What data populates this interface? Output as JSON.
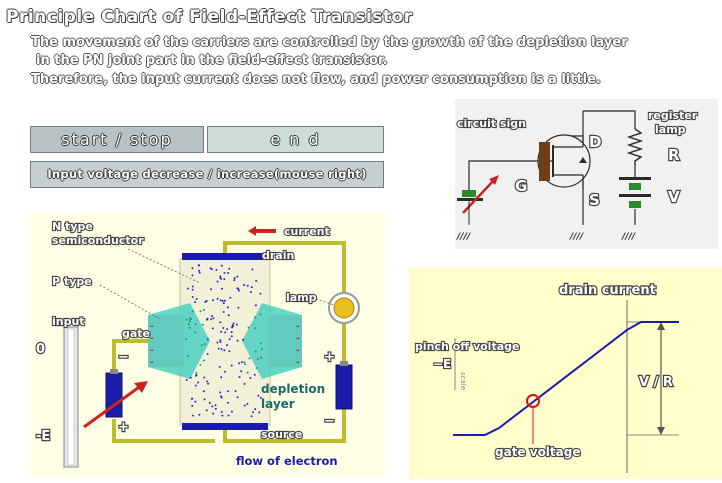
{
  "title": "Principle Chart of Field-Effect Transistor",
  "description": [
    "The movement of the carriers are controlled by the growth of the depletion layer",
    "in the PN joint part in the field-effect transistor.",
    "Therefore, the input current does not flow, and power consumption is a little."
  ],
  "controls": {
    "start_stop": "start / stop",
    "end": "e n d",
    "voltage": "Input voltage decrease / increase(mouse right)"
  },
  "circuit_sign": {
    "heading": "circuit sign",
    "drain_letter": "D",
    "gate_letter": "G",
    "source_letter": "S",
    "lamp_label_1": "register",
    "lamp_label_2": "lamp",
    "resistor_letter": "R",
    "battery_letter": "V"
  },
  "fet_diagram": {
    "n_type_1": "N type",
    "n_type_2": "semiconductor",
    "p_type": "P type",
    "current": "current",
    "drain": "drain",
    "lamp": "lamp",
    "input": "input",
    "gate": "gate",
    "zero": "0",
    "minus_e": "-E",
    "minus_sign": "−",
    "plus_sign": "+",
    "depletion_1": "depletion",
    "depletion_2": "layer",
    "source": "source",
    "flow": "flow of electron",
    "colors": {
      "wire": "#bcbc2e",
      "electrode": "#1c1caa",
      "electron": "#2a2ad2",
      "p_region": "#33ccbb",
      "arrow": "#cc2222",
      "depletion_text": "#1a6a6a"
    }
  },
  "graph": {
    "drain_current": "drain current",
    "pinch_off": "pinch off voltage",
    "minus_e": "−E",
    "scale_word": "scale",
    "v_over_r": "V / R",
    "gate_voltage": "gate voltage",
    "colors": {
      "curve": "#1c1caa",
      "marker": "#dd1111"
    }
  }
}
